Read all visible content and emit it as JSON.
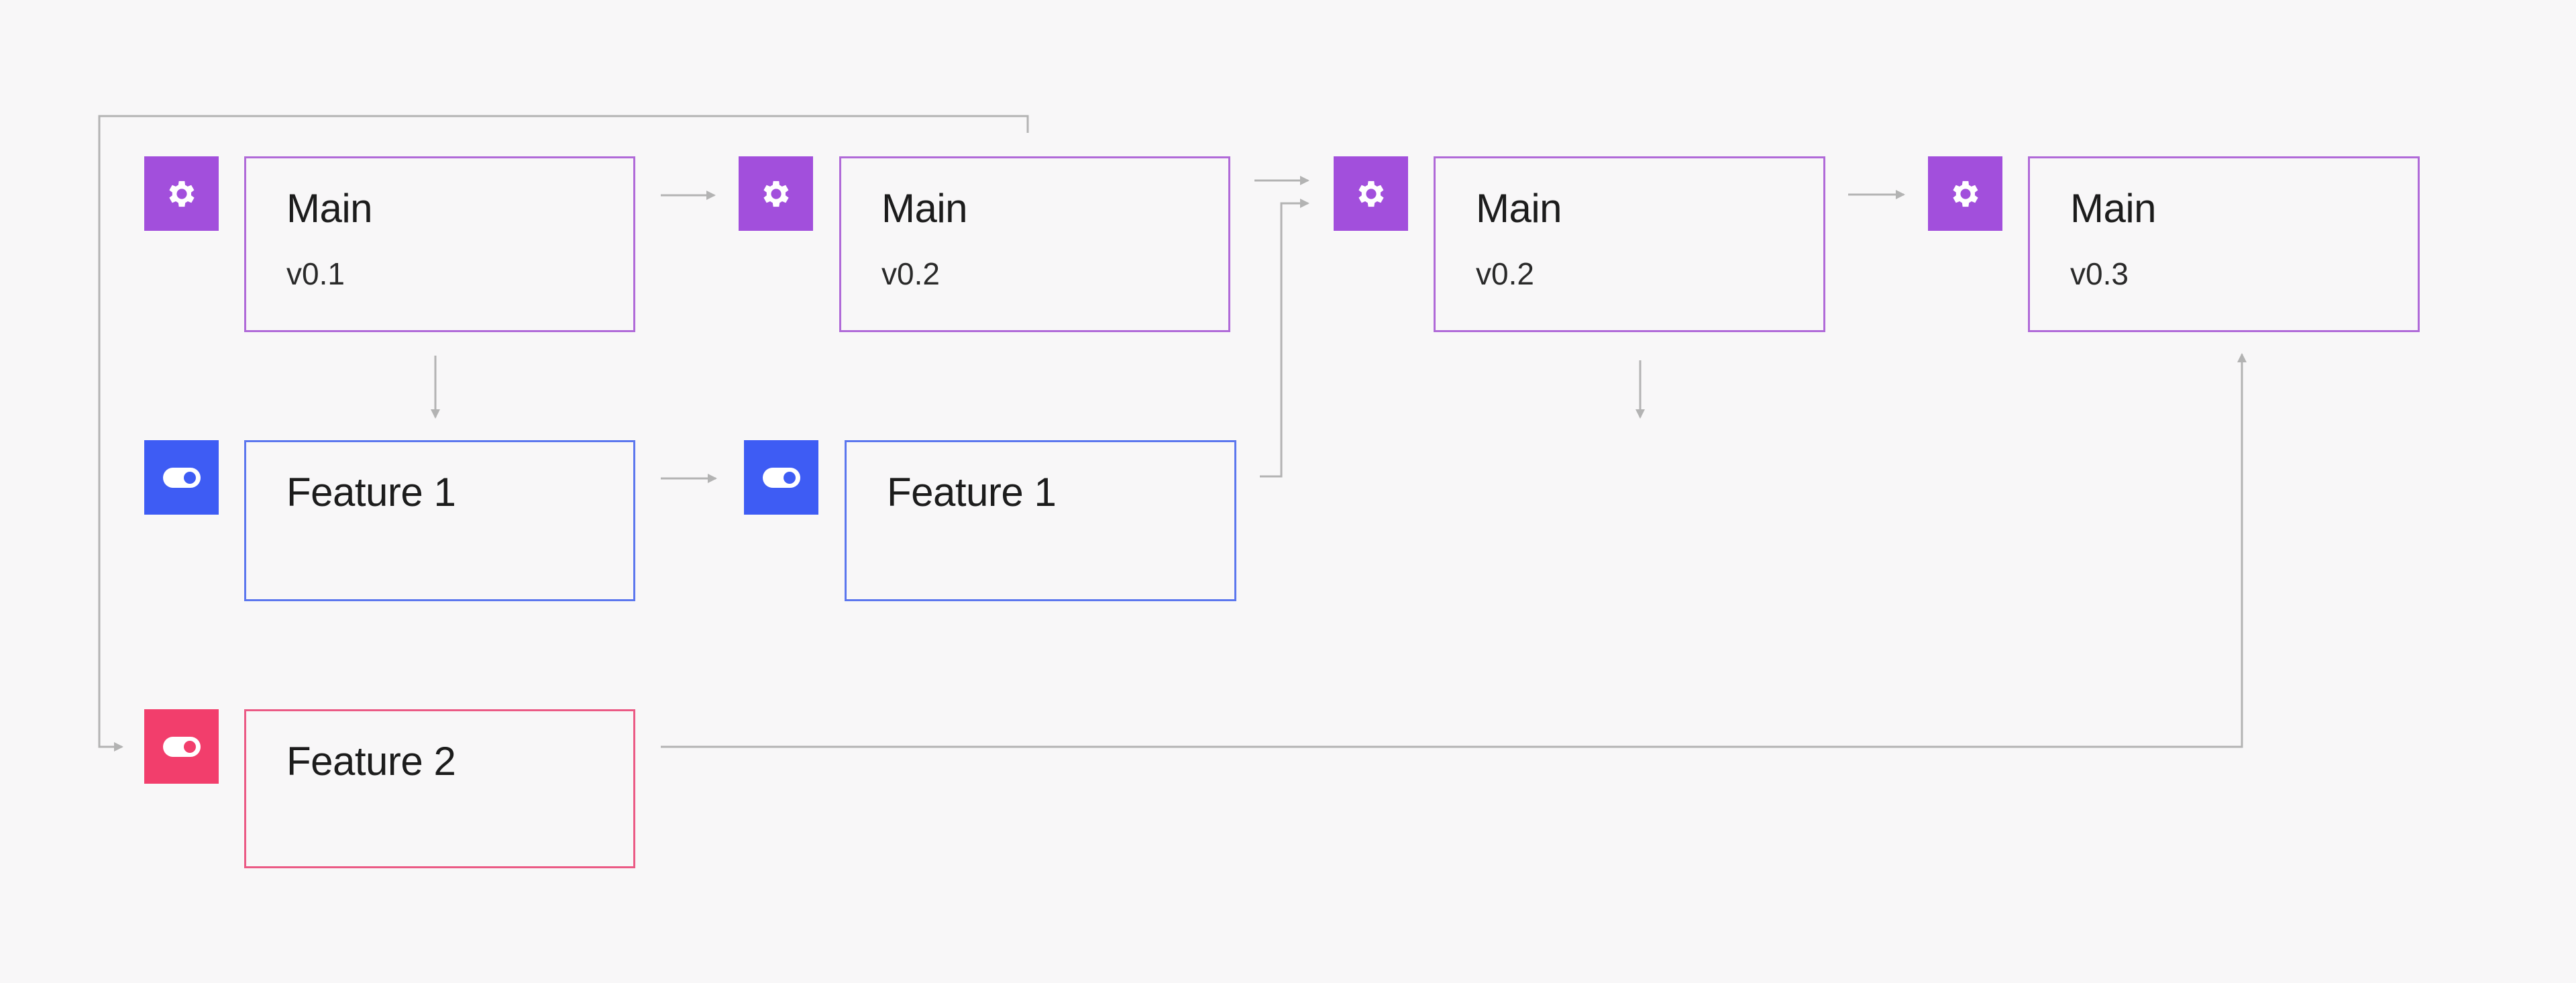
{
  "diagram": {
    "colors": {
      "background": "#f8f7f8",
      "main": "#a24fdc",
      "feature_1": "#3e5cf4",
      "feature_2": "#f23e6c",
      "connector": "#b3b3b3"
    },
    "nodes": [
      {
        "id": "main-1",
        "title": "Main",
        "version": "v0.1",
        "icon": "gear-icon"
      },
      {
        "id": "main-2",
        "title": "Main",
        "version": "v0.2",
        "icon": "gear-icon"
      },
      {
        "id": "main-3",
        "title": "Main",
        "version": "v0.2",
        "icon": "gear-icon"
      },
      {
        "id": "main-4",
        "title": "Main",
        "version": "v0.3",
        "icon": "gear-icon"
      },
      {
        "id": "feature1-1",
        "title": "Feature 1",
        "icon": "toggle-icon"
      },
      {
        "id": "feature1-2",
        "title": "Feature 1",
        "icon": "toggle-icon"
      },
      {
        "id": "feature2-1",
        "title": "Feature 2",
        "icon": "toggle-icon"
      }
    ],
    "edges": [
      {
        "from": "main-1",
        "to": "main-2"
      },
      {
        "from": "main-2",
        "to": "feature2-1"
      },
      {
        "from": "main-1",
        "to": "feature1-1"
      },
      {
        "from": "feature1-1",
        "to": "feature1-2"
      },
      {
        "from": "main-2",
        "to": "main-3"
      },
      {
        "from": "feature1-2",
        "to": "main-3"
      },
      {
        "from": "main-3",
        "to": "main-4"
      },
      {
        "from": "main-3",
        "to": "down"
      },
      {
        "from": "feature2-1",
        "to": "main-4"
      }
    ]
  }
}
